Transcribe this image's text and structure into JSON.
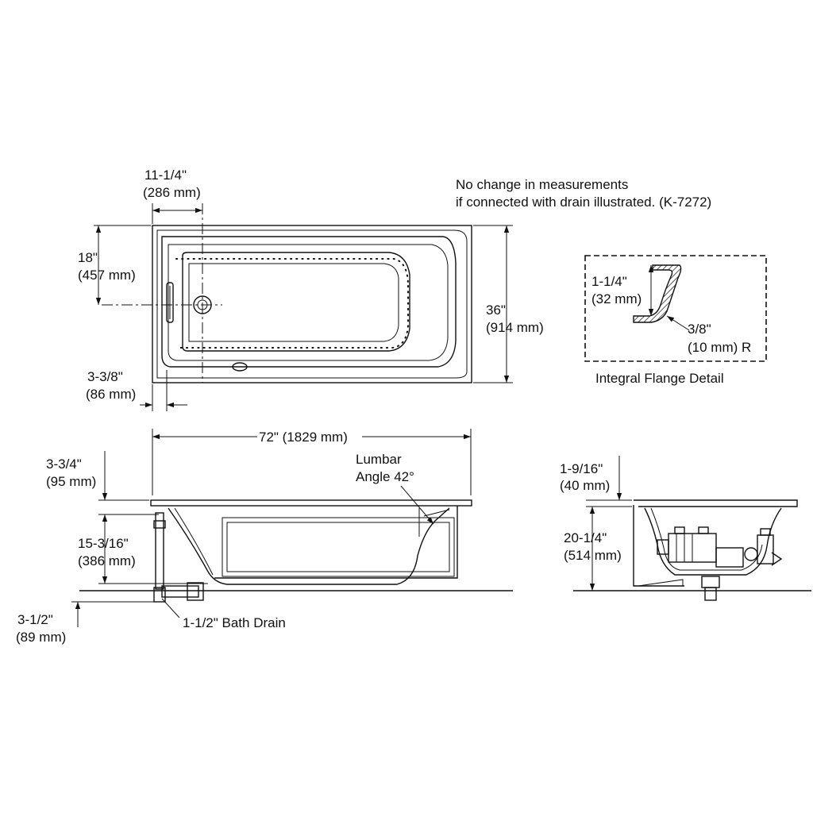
{
  "notes": {
    "note_line1": "No change in measurements",
    "note_line2": "if connected with drain illustrated. (K-7272)"
  },
  "top_view": {
    "drain_offset": "11-1/4\"",
    "drain_offset_mm": "(286 mm)",
    "drain_from_end": "18\"",
    "drain_from_end_mm": "(457 mm)",
    "width": "36\"",
    "width_mm": "(914 mm)",
    "flange": "3-3/8\"",
    "flange_mm": "(86 mm)"
  },
  "flange_detail": {
    "height": "1-1/4\"",
    "height_mm": "(32 mm)",
    "radius": "3/8\"",
    "radius_mm": "(10 mm) R",
    "caption": "Integral Flange Detail"
  },
  "side_view": {
    "length": "72\" (1829 mm)",
    "lumbar_line1": "Lumbar",
    "lumbar_line2": "Angle 42°",
    "rim_height": "3-3/4\"",
    "rim_height_mm": "(95 mm)",
    "well_depth": "15-3/16\"",
    "well_depth_mm": "(386 mm)",
    "drain_drop": "3-1/2\"",
    "drain_drop_mm": "(89 mm)",
    "drain_label": "1-1/2\" Bath Drain"
  },
  "end_view": {
    "flange_height": "1-9/16\"",
    "flange_height_mm": "(40 mm)",
    "total_height": "20-1/4\"",
    "total_height_mm": "(514 mm)"
  }
}
